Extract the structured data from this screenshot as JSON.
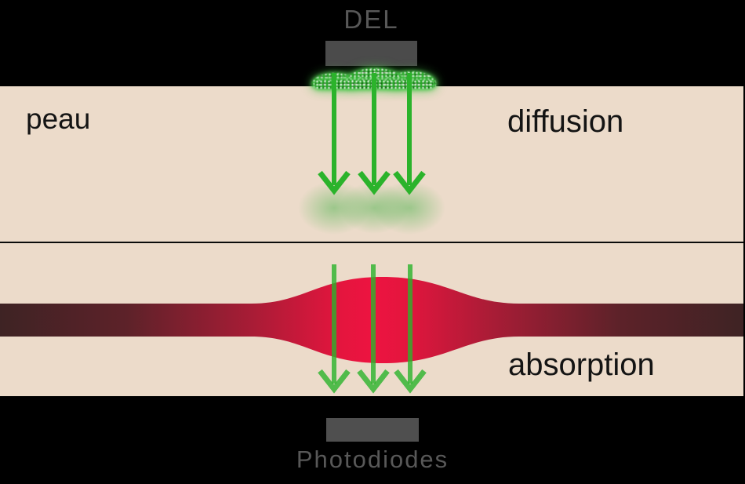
{
  "diagram": {
    "description": "pulse-oximeter principle diagram: LED light diffusing through skin, absorbed by pulsating artery, detected by photodiodes",
    "labels": {
      "led": "DEL",
      "skin": "peau",
      "diffusion": "diffusion",
      "absorption": "absorption",
      "photodiodes": "Photodiodes"
    },
    "colors": {
      "background": "#000000",
      "skin": "#ecdbca",
      "arrow-green": "#2bb32b",
      "vessel-center": "#ed1441",
      "vessel-mid": "#a91c36",
      "vessel-edge": "#3e2324",
      "led-gray": "#4b4b4b",
      "label-gray": "#585858",
      "text-dark": "#141414"
    },
    "icons": [
      {
        "name": "led-emitter-block",
        "meaning": "DEL (LED) component"
      },
      {
        "name": "green-light-speckle",
        "meaning": "emitted green light"
      },
      {
        "name": "down-arrow",
        "meaning": "light path into tissue"
      },
      {
        "name": "blood-vessel",
        "meaning": "artery with pulsatile bulge"
      },
      {
        "name": "photodiode-block",
        "meaning": "photodiode detector"
      }
    ]
  }
}
